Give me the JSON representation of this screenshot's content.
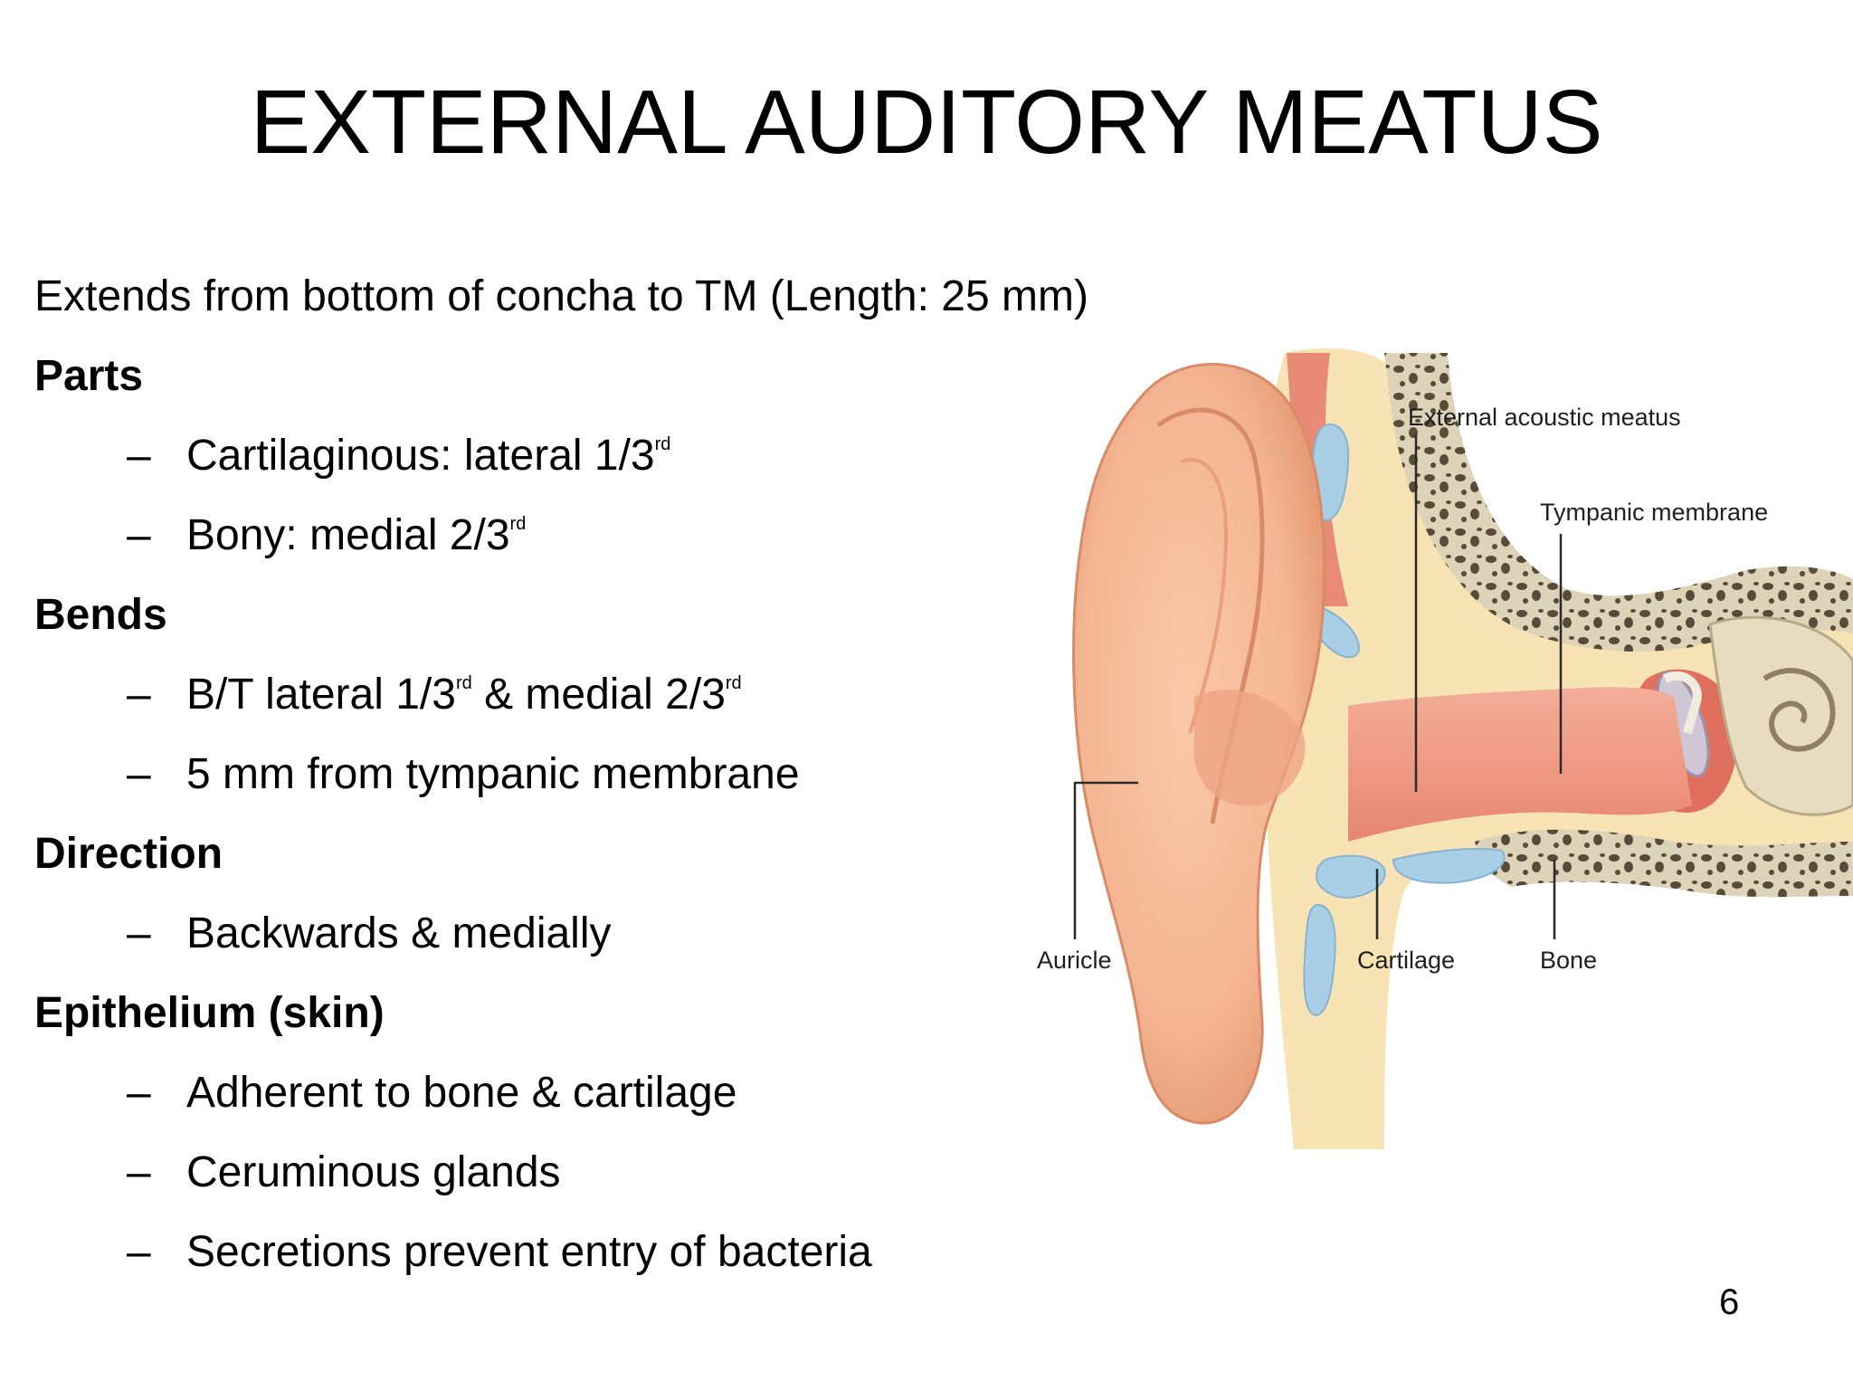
{
  "slide": {
    "title": "EXTERNAL AUDITORY MEATUS",
    "intro": "Extends from bottom of concha to TM (Length: 25 mm)",
    "sections": [
      {
        "heading": "Parts",
        "items": [
          {
            "text": "Cartilaginous: lateral 1/3",
            "sup": "rd",
            "after": ""
          },
          {
            "text": "Bony: medial 2/3",
            "sup": "rd",
            "after": ""
          }
        ]
      },
      {
        "heading": "Bends",
        "items": [
          {
            "text": "B/T lateral 1/3",
            "sup": "rd",
            "after": " & medial 2/3",
            "sup2": "rd"
          },
          {
            "text": "5 mm from tympanic membrane"
          }
        ]
      },
      {
        "heading": "Direction",
        "items": [
          {
            "text": "Backwards & medially"
          }
        ]
      },
      {
        "heading": "Epithelium (skin)",
        "items": [
          {
            "text": "Adherent to bone & cartilage"
          },
          {
            "text": "Ceruminous glands"
          },
          {
            "text": "Secretions prevent entry of bacteria"
          }
        ]
      }
    ],
    "bullet_char": "–",
    "page_number": "6"
  },
  "figure": {
    "labels": {
      "external_acoustic_meatus": "External acoustic meatus",
      "tympanic_membrane": "Tympanic membrane",
      "auricle": "Auricle",
      "cartilage": "Cartilage",
      "bone": "Bone"
    },
    "colors": {
      "skin": "#f4b592",
      "skin_dark": "#e0906c",
      "canal": "#ef9a86",
      "cartilage": "#a9cfe6",
      "fat": "#f8e3b4",
      "bone": "#ddd3b8",
      "bone_dark": "#5a4a3a",
      "muscle": "#e57a6a"
    }
  }
}
